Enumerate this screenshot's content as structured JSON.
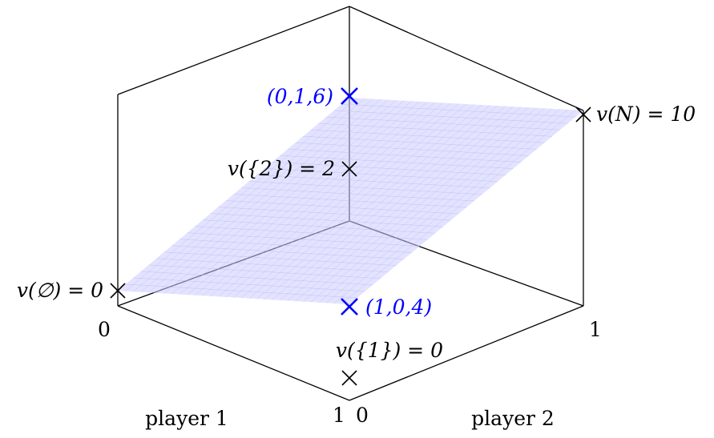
{
  "axes": {
    "x_label": "player 1",
    "y_label": "player 2",
    "x_tick_min": "0",
    "x_tick_max": "1",
    "y_tick_min": "0",
    "y_tick_max": "1"
  },
  "points": [
    {
      "id": "empty",
      "label": "v(∅) = 0",
      "color": "#000000"
    },
    {
      "id": "single1",
      "label": "v({1}) = 0",
      "color": "#000000"
    },
    {
      "id": "single2",
      "label": "v({2}) = 2",
      "color": "#000000"
    },
    {
      "id": "grand",
      "label": "v(N) = 10",
      "color": "#000000"
    },
    {
      "id": "p016",
      "label": "(0,1,6)",
      "color": "#0000ff"
    },
    {
      "id": "p104",
      "label": "(1,0,4)",
      "color": "#0000ff"
    }
  ],
  "plane": {
    "color": "#ccccff"
  }
}
